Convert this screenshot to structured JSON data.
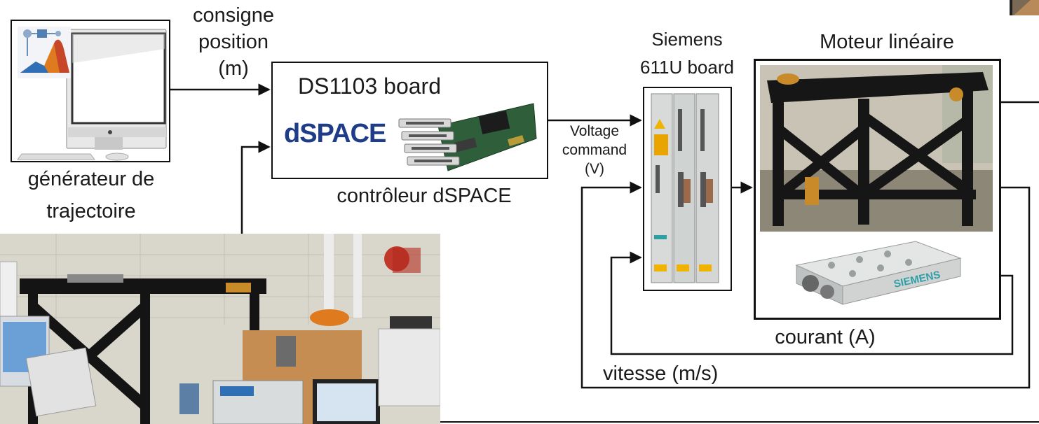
{
  "labels": {
    "consigne": "consigne",
    "position": "position",
    "unit_m": "(m)",
    "board_name": "DS1103 board",
    "dspace_logo": "dSPACE",
    "controller": "contrôleur dSPACE",
    "generator_line1": "générateur de",
    "generator_line2": "trajectoire",
    "voltage": "Voltage",
    "command": "command",
    "unit_v": "(V)",
    "siemens_line1": "Siemens",
    "siemens_line2": "611U board",
    "motor": "Moteur linéaire",
    "siemens_logo": "SIEMENS",
    "current": "courant (A)",
    "speed": "vitesse (m/s)"
  },
  "colors": {
    "dspace_red": "#c8102e",
    "dspace_blue": "#1f3c88",
    "frame_black": "#161616",
    "drive_gray": "#cfd3d4",
    "siemens_teal": "#2f9fa6"
  }
}
